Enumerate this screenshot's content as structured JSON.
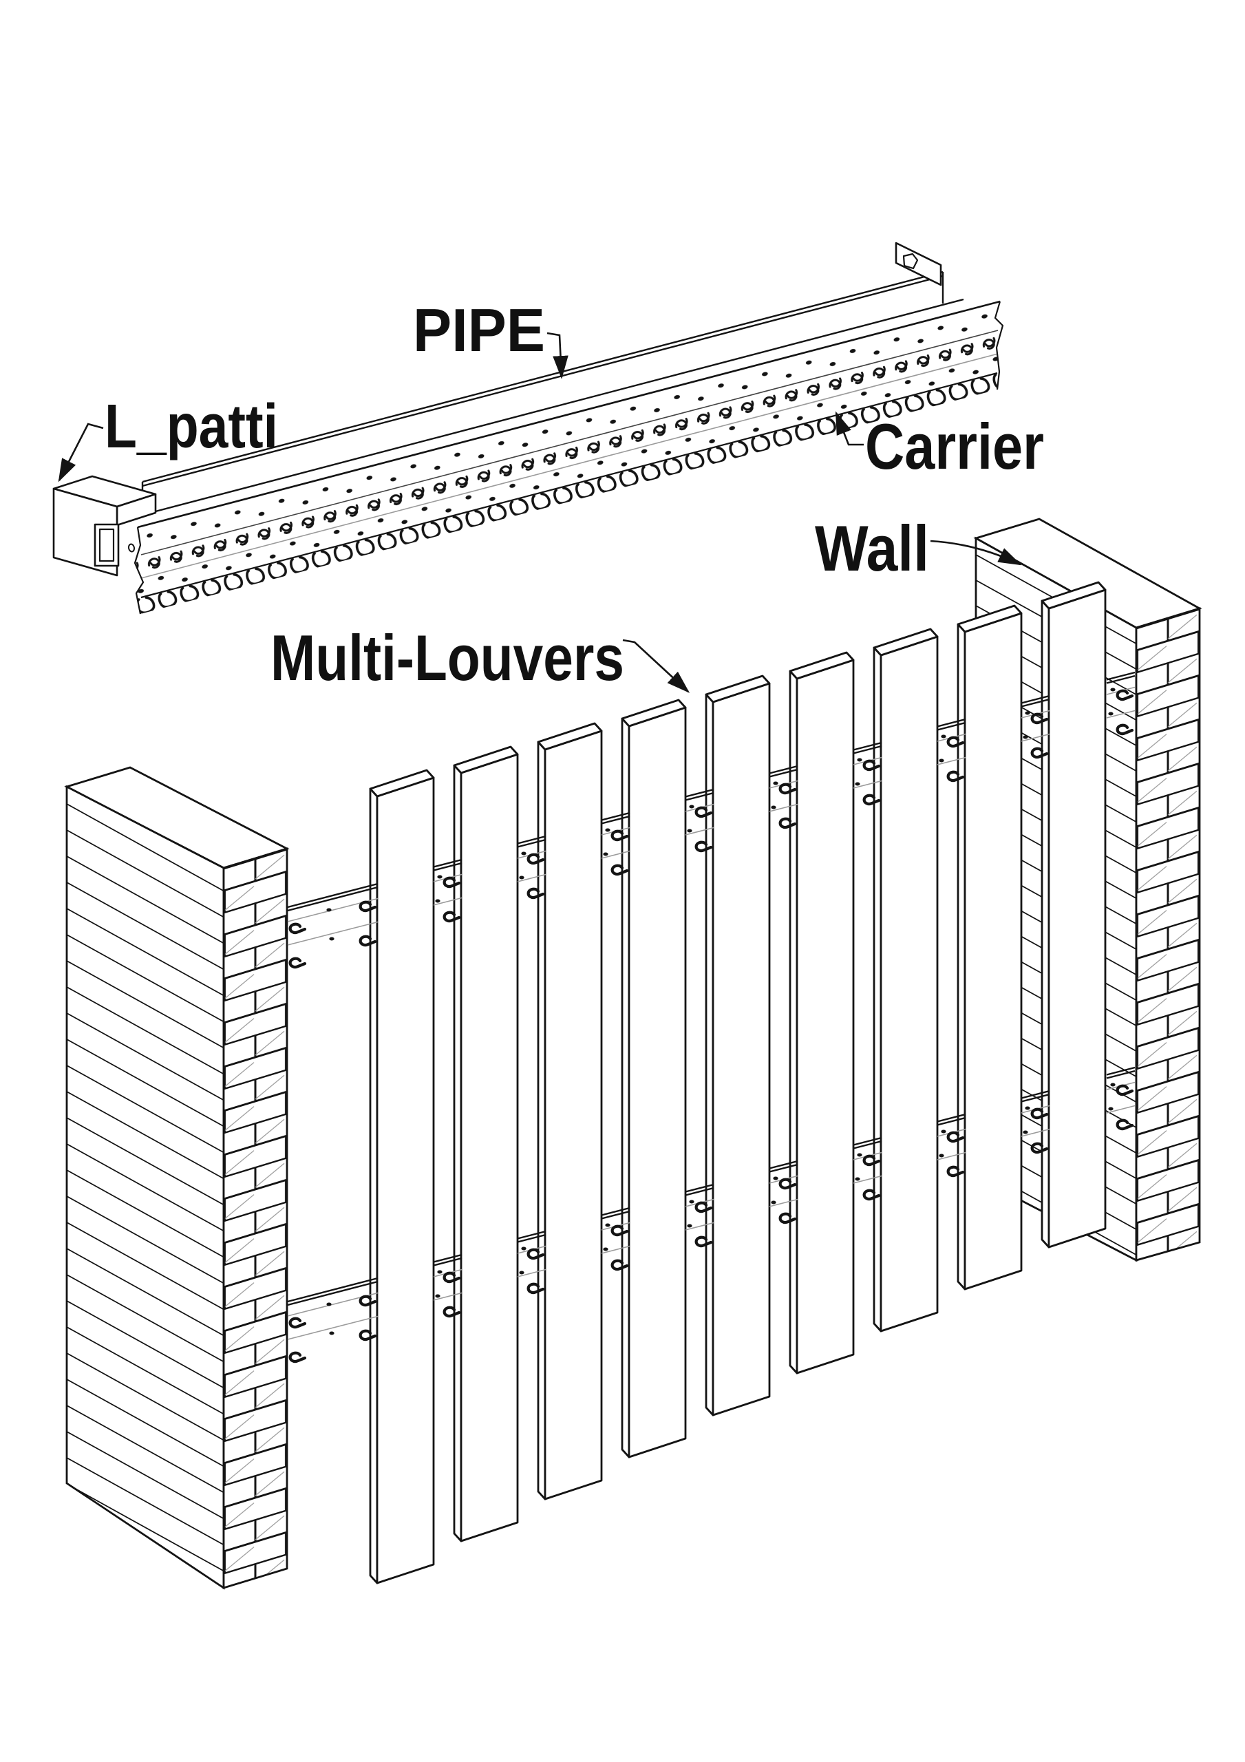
{
  "diagram": {
    "title_labels": {
      "pipe": "PIPE",
      "l_patti": "L_patti",
      "carrier": "Carrier",
      "wall": "Wall",
      "multi_louvers": "Multi-Louvers"
    },
    "colors": {
      "line": "#141414",
      "faint": "#9b9b9b",
      "background": "#ffffff"
    },
    "components": {
      "louver_count": 9,
      "wall_pier_count": 2,
      "carrier_rail_count": 2
    }
  }
}
